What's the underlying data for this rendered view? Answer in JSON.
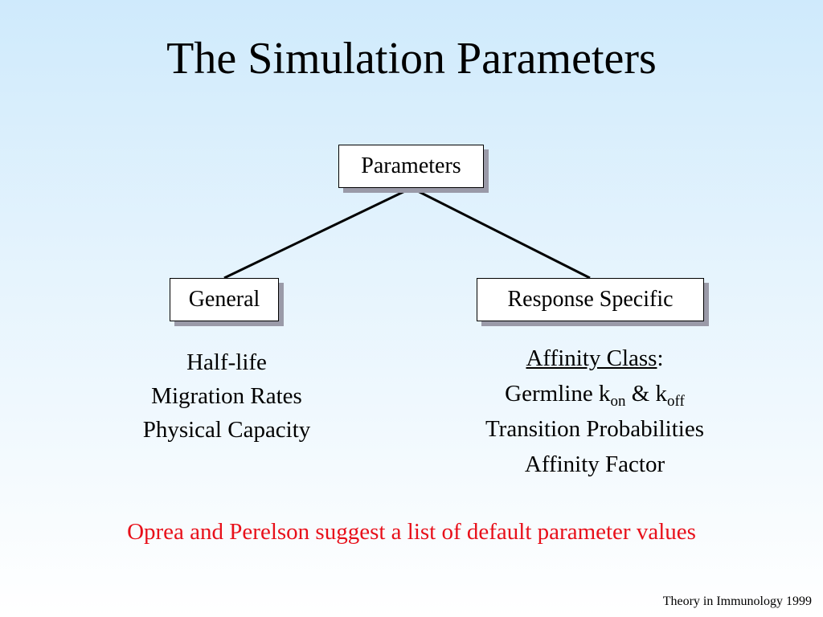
{
  "slide": {
    "title": "The Simulation Parameters",
    "footer": "Theory in Immunology 1999",
    "note": "Oprea and Perelson suggest a list of default parameter values"
  },
  "tree": {
    "root": "Parameters",
    "general": {
      "label": "General",
      "items": [
        "Half-life",
        "Migration Rates",
        "Physical Capacity"
      ]
    },
    "response": {
      "label": "Response Specific",
      "heading": "Affinity Class",
      "heading_suffix": ":",
      "germline_prefix": "Germline k",
      "kon_sub": "on",
      "amp": " & k",
      "koff_sub": "off",
      "items": [
        "Transition Probabilities",
        "Affinity Factor"
      ]
    }
  },
  "colors": {
    "note": "#e8101a",
    "shadow": "#9a9aa8",
    "background_top": "#cfeafc"
  }
}
